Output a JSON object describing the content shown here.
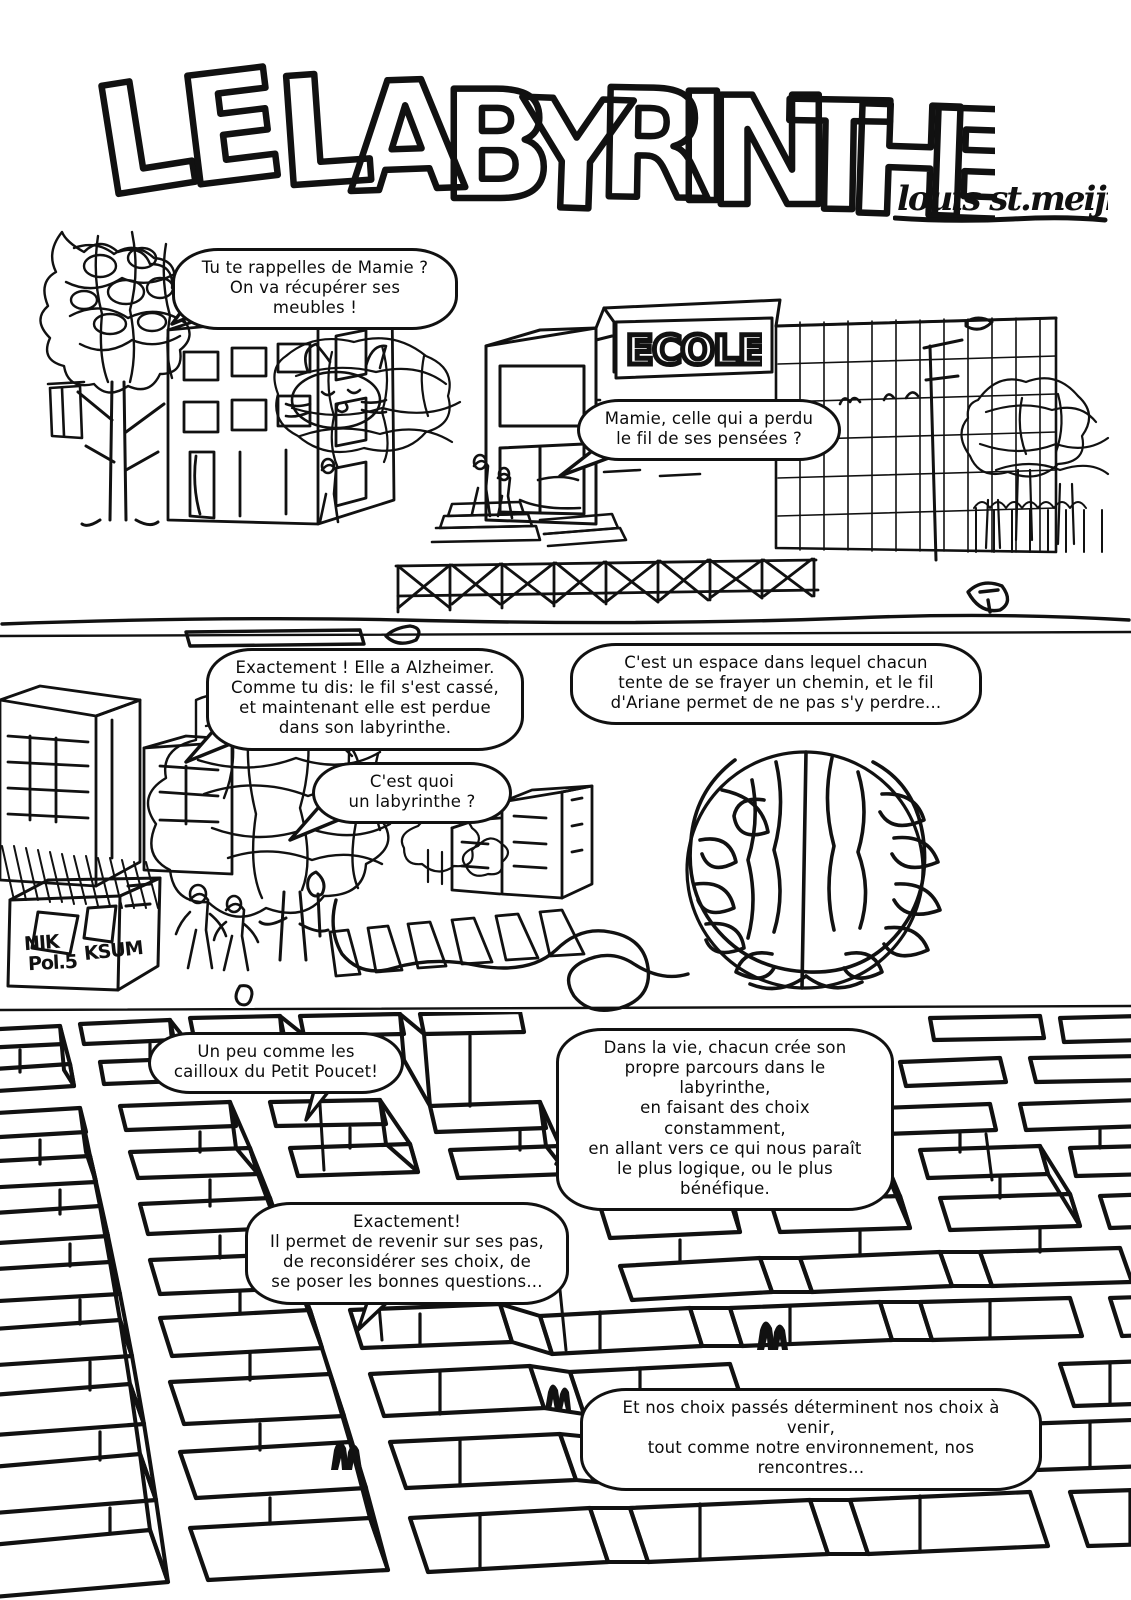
{
  "page": {
    "title": "LE LABYRINTHE",
    "title_letters": [
      "L",
      "E",
      "L",
      "A",
      "B",
      "Y",
      "R",
      "I",
      "N",
      "T",
      "H",
      "E"
    ],
    "signature": "louis st.meijivin",
    "language": "French",
    "medium": "hand-drawn black ink comic page",
    "ink_color": "#111111",
    "paper_color": "#ffffff"
  },
  "panels": [
    {
      "index": 1,
      "name": "street-school-panel",
      "description": "Street scene with apartment building, large scribbled tree, a school building with glass facade, fence, pedestrians and a cat",
      "signs": [
        {
          "name": "ecole-sign",
          "text": "ECOLE"
        }
      ]
    },
    {
      "index": 2,
      "name": "crosswalk-thread-panel",
      "description": "Street with crosswalk, buildings, trees, two figures walking, a rubbish bin with graffiti, and a giant ball of yarn drawn as a maze with a long trailing thread",
      "graffiti": [
        "NIK",
        "Pol.5",
        "KSUM"
      ]
    },
    {
      "index": 3,
      "name": "giant-maze-panel",
      "description": "Huge isometric 3D hedge-wall maze seen from above with small figures standing inside the corridors"
    }
  ],
  "bubbles": [
    {
      "id": "bubble-1",
      "name": "speech-bubble-mamie-furniture",
      "panel": 1,
      "speaker": "adult",
      "text": "Tu te rappelles de Mamie ?\nOn va récupérer ses meubles !"
    },
    {
      "id": "bubble-2",
      "name": "speech-bubble-lost-thread",
      "panel": 1,
      "speaker": "child",
      "text": "Mamie, celle qui a perdu\nle fil de ses pensées ?"
    },
    {
      "id": "bubble-3",
      "name": "speech-bubble-alzheimer",
      "panel": 2,
      "speaker": "adult",
      "text": "Exactement ! Elle a Alzheimer.\nComme tu dis: le fil s'est cassé,\net maintenant elle est perdue\ndans son labyrinthe."
    },
    {
      "id": "bubble-4",
      "name": "speech-bubble-ariane-thread",
      "panel": 2,
      "speaker": "adult",
      "text": "C'est un espace dans lequel chacun\ntente de se frayer un chemin, et le fil\nd'Ariane permet de ne pas s'y perdre..."
    },
    {
      "id": "bubble-5",
      "name": "speech-bubble-what-is-labyrinth",
      "panel": 2,
      "speaker": "child",
      "text": "C'est quoi\nun labyrinthe ?"
    },
    {
      "id": "bubble-6",
      "name": "speech-bubble-petit-poucet",
      "panel": 3,
      "speaker": "child",
      "text": "Un peu comme les\ncailloux du Petit Poucet!"
    },
    {
      "id": "bubble-7",
      "name": "speech-bubble-own-path",
      "panel": 3,
      "speaker": "adult",
      "text": "Dans la vie, chacun crée son\npropre parcours dans le labyrinthe,\nen faisant des choix constamment,\nen allant vers ce qui nous paraît\nle plus logique, ou le plus bénéfique."
    },
    {
      "id": "bubble-8",
      "name": "speech-bubble-retrace-steps",
      "panel": 3,
      "speaker": "adult",
      "text": "Exactement!\nIl permet de revenir sur ses pas,\nde reconsidérer ses choix, de\nse poser les bonnes questions..."
    },
    {
      "id": "bubble-9",
      "name": "speech-bubble-past-choices",
      "panel": 3,
      "speaker": "adult",
      "text": "Et nos choix passés déterminent nos choix à venir,\ntout comme notre environnement, nos rencontres..."
    }
  ],
  "graffiti": {
    "tag_a": "NIK",
    "tag_b": "Pol.5",
    "tag_c": "KSUM"
  },
  "signs": {
    "ecole": "ECOLE"
  }
}
